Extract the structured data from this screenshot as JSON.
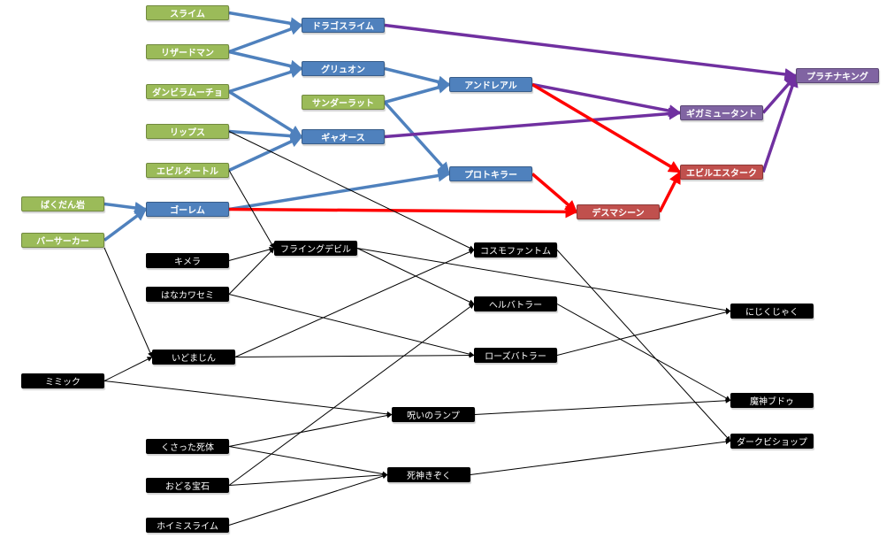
{
  "colors": {
    "green": "#9bbb59",
    "blue": "#4f81bd",
    "red": "#c0504d",
    "purple": "#8064a2",
    "black": "#000000",
    "edge_blue": "#4f81bd",
    "edge_purple": "#7030a0",
    "edge_red": "#ff0000",
    "edge_black": "#000000"
  },
  "nodes": {
    "slime": "スライム",
    "lizardman": "リザードマン",
    "dancing": "ダンビラムーチョ",
    "lips": "リップス",
    "evilturtle": "エビルタートル",
    "bakudan": "ばくだん岩",
    "berserker": "バーサーカー",
    "golem": "ゴーレム",
    "drakslime": "ドラゴスライム",
    "griffon": "グリュオン",
    "thunderrat": "サンダーラット",
    "chaos": "ギャオース",
    "andreal": "アンドレアル",
    "protokiller": "プロトキラー",
    "deathmachine": "デスマシーン",
    "gigamutant": "ギガミュータント",
    "evilestark": "エビルエスターク",
    "platinum": "プラチナキング",
    "chimera": "キメラ",
    "hanakawasemi": "はなカワセミ",
    "mimic": "ミミック",
    "itomajin": "いどまじん",
    "flyingdevil": "フライングデビル",
    "cosmophantom": "コスモファントム",
    "hellbattler": "ヘルバトラー",
    "rosebattler": "ローズバトラー",
    "nijikujaku": "にじくじゃく",
    "majinbudou": "魔神ブドゥ",
    "darkbishop": "ダークビショップ",
    "noroinolamp": "呪いのランプ",
    "kusattashitai": "くさった死体",
    "odoruhouseki": "おどる宝石",
    "shinigamikizoku": "死神きぞく",
    "hoimislime": "ホイミスライム"
  },
  "edges": [
    {
      "from": "slime",
      "to": "drakslime",
      "color": "blue"
    },
    {
      "from": "lizardman",
      "to": "drakslime",
      "color": "blue"
    },
    {
      "from": "lizardman",
      "to": "griffon",
      "color": "blue"
    },
    {
      "from": "dancing",
      "to": "griffon",
      "color": "blue"
    },
    {
      "from": "dancing",
      "to": "chaos",
      "color": "blue"
    },
    {
      "from": "lips",
      "to": "chaos",
      "color": "blue"
    },
    {
      "from": "evilturtle",
      "to": "chaos",
      "color": "blue"
    },
    {
      "from": "bakudan",
      "to": "golem",
      "color": "blue"
    },
    {
      "from": "berserker",
      "to": "golem",
      "color": "blue"
    },
    {
      "from": "griffon",
      "to": "andreal",
      "color": "blue"
    },
    {
      "from": "thunderrat",
      "to": "andreal",
      "color": "blue"
    },
    {
      "from": "thunderrat",
      "to": "protokiller",
      "color": "blue"
    },
    {
      "from": "golem",
      "to": "protokiller",
      "color": "blue"
    },
    {
      "from": "drakslime",
      "to": "platinum",
      "color": "purple"
    },
    {
      "from": "andreal",
      "to": "gigamutant",
      "color": "purple"
    },
    {
      "from": "chaos",
      "to": "gigamutant",
      "color": "purple"
    },
    {
      "from": "gigamutant",
      "to": "platinum",
      "color": "purple"
    },
    {
      "from": "evilestark",
      "to": "platinum",
      "color": "purple"
    },
    {
      "from": "andreal",
      "to": "evilestark",
      "color": "red"
    },
    {
      "from": "protokiller",
      "to": "deathmachine",
      "color": "red"
    },
    {
      "from": "golem",
      "to": "deathmachine",
      "color": "red"
    },
    {
      "from": "deathmachine",
      "to": "evilestark",
      "color": "red"
    },
    {
      "from": "lips",
      "to": "cosmophantom",
      "color": "black"
    },
    {
      "from": "evilturtle",
      "to": "flyingdevil",
      "color": "black"
    },
    {
      "from": "chimera",
      "to": "flyingdevil",
      "color": "black"
    },
    {
      "from": "hanakawasemi",
      "to": "flyingdevil",
      "color": "black"
    },
    {
      "from": "hanakawasemi",
      "to": "rosebattler",
      "color": "black"
    },
    {
      "from": "berserker",
      "to": "itomajin",
      "color": "black"
    },
    {
      "from": "mimic",
      "to": "itomajin",
      "color": "black"
    },
    {
      "from": "mimic",
      "to": "noroinolamp",
      "color": "black"
    },
    {
      "from": "itomajin",
      "to": "cosmophantom",
      "color": "black"
    },
    {
      "from": "itomajin",
      "to": "rosebattler",
      "color": "black"
    },
    {
      "from": "flyingdevil",
      "to": "hellbattler",
      "color": "black"
    },
    {
      "from": "flyingdevil",
      "to": "nijikujaku",
      "color": "black"
    },
    {
      "from": "cosmophantom",
      "to": "darkbishop",
      "color": "black"
    },
    {
      "from": "hellbattler",
      "to": "majinbudou",
      "color": "black"
    },
    {
      "from": "rosebattler",
      "to": "nijikujaku",
      "color": "black"
    },
    {
      "from": "noroinolamp",
      "to": "majinbudou",
      "color": "black"
    },
    {
      "from": "kusattashitai",
      "to": "noroinolamp",
      "color": "black"
    },
    {
      "from": "kusattashitai",
      "to": "shinigamikizoku",
      "color": "black"
    },
    {
      "from": "odoruhouseki",
      "to": "hellbattler",
      "color": "black"
    },
    {
      "from": "odoruhouseki",
      "to": "shinigamikizoku",
      "color": "black"
    },
    {
      "from": "hoimislime",
      "to": "shinigamikizoku",
      "color": "black"
    },
    {
      "from": "shinigamikizoku",
      "to": "darkbishop",
      "color": "black"
    }
  ]
}
